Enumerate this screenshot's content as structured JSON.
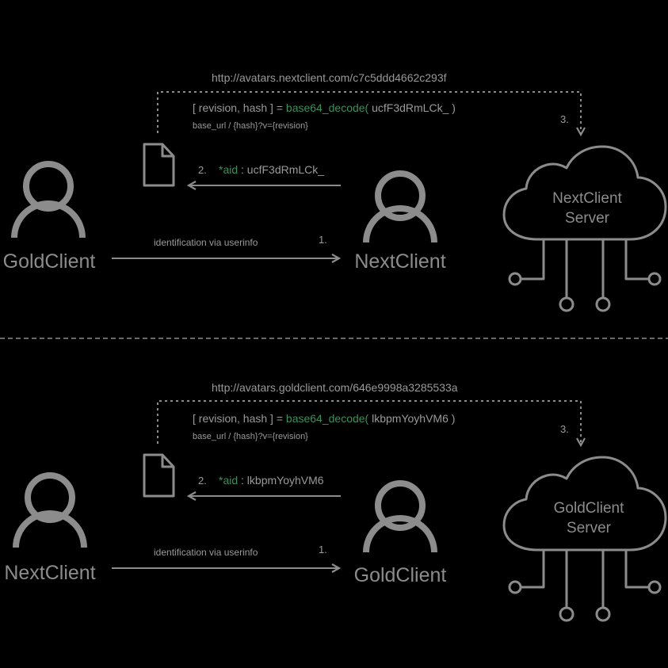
{
  "colors": {
    "background": "#000000",
    "line": "#8c8c8c",
    "text": "#9a9a9a",
    "accent": "#3f8f5c"
  },
  "panels": [
    {
      "url": "http://avatars.nextclient.com/c7c5ddd4662c293f",
      "formula_prefix": "[ revision, hash ] = ",
      "formula_fn": "base64_decode(",
      "formula_arg": " ucfF3dRmLCk_ )",
      "base_url_note": "base_url / {hash}?v={revision}",
      "step1_label": "1.",
      "step2_label": "2.",
      "step3_label": "3.",
      "aid_key": "*aid",
      "aid_value": " : ucfF3dRmLCk_",
      "identification_text": "identification via userinfo",
      "left_client": "GoldClient",
      "right_client": "NextClient",
      "server_line1": "NextClient",
      "server_line2": "Server"
    },
    {
      "url": "http://avatars.goldclient.com/646e9998a3285533a",
      "formula_prefix": "[ revision, hash ] = ",
      "formula_fn": "base64_decode(",
      "formula_arg": " lkbpmYoyhVM6 )",
      "base_url_note": "base_url / {hash}?v={revision}",
      "step1_label": "1.",
      "step2_label": "2.",
      "step3_label": "3.",
      "aid_key": "*aid",
      "aid_value": " : lkbpmYoyhVM6",
      "identification_text": "identification via userinfo",
      "left_client": "NextClient",
      "right_client": "GoldClient",
      "server_line1": "GoldClient",
      "server_line2": "Server"
    }
  ]
}
